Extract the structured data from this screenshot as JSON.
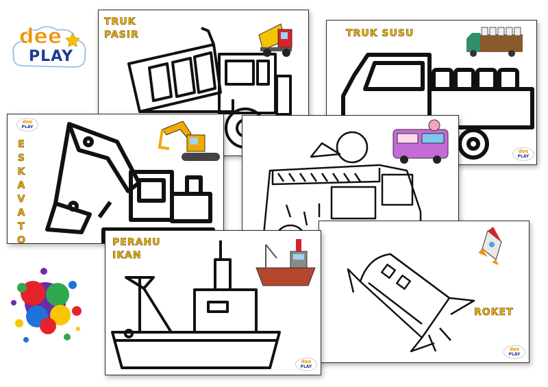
{
  "brand": {
    "line1": "dee",
    "line2": "PLAY",
    "badge_line1": "dee",
    "badge_line2": "PLAY"
  },
  "pages": [
    {
      "id": "truk-pasir",
      "title": "TRUK\nPASIR"
    },
    {
      "id": "truk-susu",
      "title": "TRUK SUSU"
    },
    {
      "id": "eskavator",
      "title_letters": [
        "E",
        "S",
        "K",
        "A",
        "V",
        "A",
        "T",
        "O",
        "R"
      ]
    },
    {
      "id": "es-krim",
      "title": ""
    },
    {
      "id": "perahu-ikan",
      "title": "PERAHU\nIKAN"
    },
    {
      "id": "roket",
      "title": "ROKET"
    }
  ],
  "colors": {
    "label_fill": "#f2b705",
    "label_outline": "#5a3c00",
    "brand_orange": "#f39200",
    "brand_blue": "#1f3a93",
    "outline": "#111111"
  }
}
